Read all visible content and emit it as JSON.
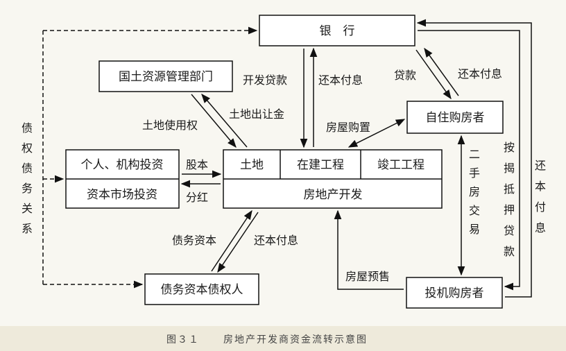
{
  "nodes": {
    "bank": "银　行",
    "land_bureau": "国土资源管理部门",
    "owner_buyer": "自住购房者",
    "investor_buyer": "投机购房者",
    "personal_invest": "个人、机构投资",
    "capital_market": "资本市场投资",
    "land": "土地",
    "under_construction": "在建工程",
    "completed": "竣工工程",
    "developer": "房地产开发",
    "creditor": "债务资本债权人"
  },
  "edges": {
    "dev_loan": "开发贷款",
    "repay_bank_dev": "还本付息",
    "loan_owner": "贷款",
    "repay_owner": "还本付息",
    "land_use_right": "土地使用权",
    "land_fee": "土地出让金",
    "house_purchase": "房屋购置",
    "equity": "股本",
    "dividend": "分红",
    "second_hand": "二手房交易",
    "mortgage": "按揭抵押贷款",
    "repay_investor": "还本付息",
    "debt_capital": "债务资本",
    "repay_creditor": "还本付息",
    "presale": "房屋预售",
    "debt_relation": "债权债务关系"
  },
  "caption": {
    "figure_no": "图３１",
    "title": "房地产开发商资金流转示意图"
  }
}
